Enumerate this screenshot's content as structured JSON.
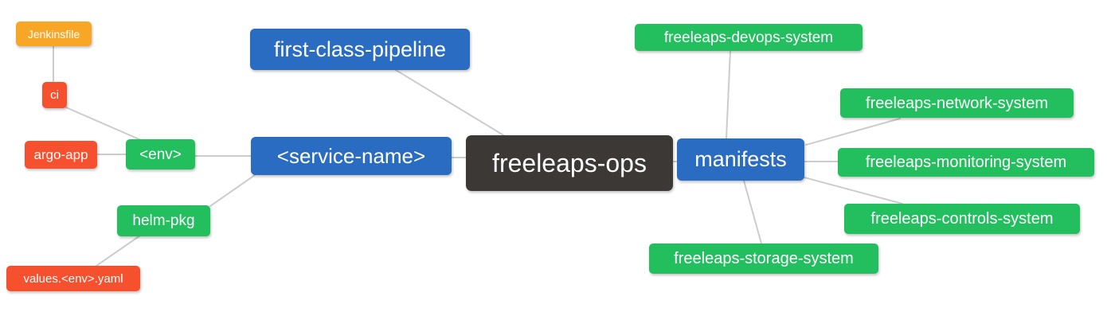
{
  "diagram": {
    "type": "mindmap",
    "background_color": "#ffffff",
    "edge_color": "#cccccc",
    "text_color": "#ffffff",
    "palette": {
      "blue": "#2a6cc1",
      "green": "#23bf5f",
      "red": "#f5512e",
      "orange": "#f7a626",
      "dark": "#3c3836"
    },
    "nodes": {
      "jenkinsfile": {
        "label": "Jenkinsfile",
        "color": "#f7a626"
      },
      "ci": {
        "label": "ci",
        "color": "#f5512e"
      },
      "argo_app": {
        "label": "argo-app",
        "color": "#f5512e"
      },
      "env": {
        "label": "<env>",
        "color": "#23bf5f"
      },
      "helm_pkg": {
        "label": "helm-pkg",
        "color": "#23bf5f"
      },
      "values_env_yaml": {
        "label": "values.<env>.yaml",
        "color": "#f5512e"
      },
      "first_class_pipeline": {
        "label": "first-class-pipeline",
        "color": "#2a6cc1"
      },
      "service_name": {
        "label": "<service-name>",
        "color": "#2a6cc1"
      },
      "freeleaps_ops": {
        "label": "freeleaps-ops",
        "color": "#3c3836"
      },
      "manifests": {
        "label": "manifests",
        "color": "#2a6cc1"
      },
      "devops_system": {
        "label": "freeleaps-devops-system",
        "color": "#23bf5f"
      },
      "network_system": {
        "label": "freeleaps-network-system",
        "color": "#23bf5f"
      },
      "monitoring_system": {
        "label": "freeleaps-monitoring-system",
        "color": "#23bf5f"
      },
      "controls_system": {
        "label": "freeleaps-controls-system",
        "color": "#23bf5f"
      },
      "storage_system": {
        "label": "freeleaps-storage-system",
        "color": "#23bf5f"
      }
    },
    "edges": [
      {
        "from": "jenkinsfile",
        "to": "ci"
      },
      {
        "from": "ci",
        "to": "env"
      },
      {
        "from": "argo_app",
        "to": "env"
      },
      {
        "from": "env",
        "to": "service_name"
      },
      {
        "from": "service_name",
        "to": "helm_pkg"
      },
      {
        "from": "helm_pkg",
        "to": "values_env_yaml"
      },
      {
        "from": "first_class_pipeline",
        "to": "freeleaps_ops"
      },
      {
        "from": "service_name",
        "to": "freeleaps_ops"
      },
      {
        "from": "freeleaps_ops",
        "to": "manifests"
      },
      {
        "from": "manifests",
        "to": "devops_system"
      },
      {
        "from": "manifests",
        "to": "network_system"
      },
      {
        "from": "manifests",
        "to": "monitoring_system"
      },
      {
        "from": "manifests",
        "to": "controls_system"
      },
      {
        "from": "manifests",
        "to": "storage_system"
      }
    ]
  }
}
